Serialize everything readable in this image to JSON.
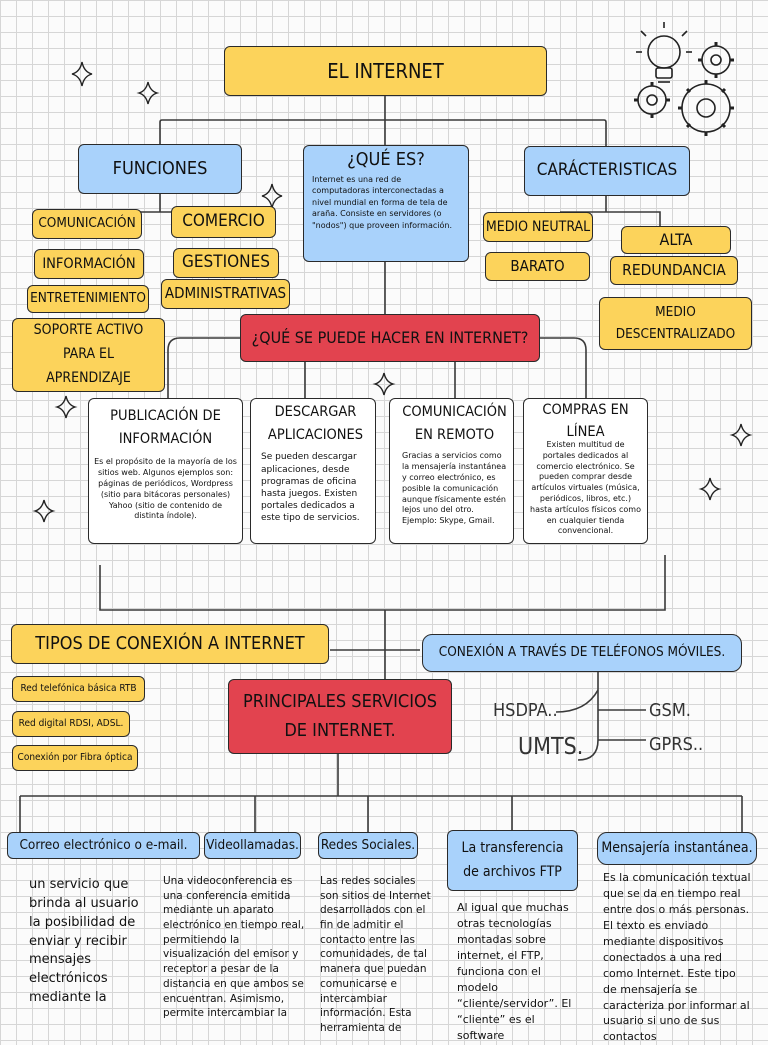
{
  "main_title": "EL INTERNET",
  "funciones": {
    "title": "FUNCIONES",
    "items": [
      "COMUNICACIÓN",
      "COMERCIO",
      "INFORMACIÓN",
      "GESTIONES",
      "ENTRETENIMIENTO",
      "ADMINISTRATIVAS",
      "SOPORTE ACTIVO PARA EL APRENDIZAJE"
    ]
  },
  "que_es": {
    "title": "¿QUÉ ES?",
    "body": "Internet es una red de computadoras interconectadas a nivel mundial en forma de tela de araña. Consiste en servidores (o \"nodos\") que proveen información."
  },
  "caracteristicas": {
    "title": "CARÁCTERISTICAS",
    "items": [
      "MEDIO NEUTRAL",
      "ALTA",
      "BARATO",
      "REDUNDANCIA",
      "MEDIO DESCENTRALIZADO"
    ]
  },
  "que_hacer": {
    "title": "¿QUÉ SE PUEDE HACER EN INTERNET?",
    "cards": [
      {
        "title": "PUBLICACIÓN DE INFORMACIÓN",
        "body": "Es el propósito de la mayoría de los sitios web. Algunos ejemplos son: páginas de periódicos, Wordpress (sitio para bitácoras personales) Yahoo (sitio de contenido de distinta índole)."
      },
      {
        "title": "DESCARGAR APLICACIONES",
        "body": "Se pueden descargar aplicaciones, desde programas de oficina hasta juegos. Existen portales dedicados a este tipo de servicios."
      },
      {
        "title": "COMUNICACIÓN EN REMOTO",
        "body": "Gracias a servicios como la mensajería instantánea y correo electrónico, es posible la comunicación aunque físicamente estén lejos uno del otro. Ejemplo: Skype, Gmail."
      },
      {
        "title": "COMPRAS EN LÍNEA",
        "body": "Existen multitud de portales dedicados al comercio electrónico. Se pueden comprar desde artículos virtuales (música, periódicos, libros, etc.) hasta artículos físicos como en cualquier tienda convencional."
      }
    ]
  },
  "tipos_conexion": {
    "title": "TIPOS DE CONEXIÓN A INTERNET",
    "items": [
      "Red telefónica básica RTB",
      "Red digital RDSI, ADSL.",
      "Conexión por Fibra óptica"
    ]
  },
  "moviles": {
    "title": "CONEXIÓN A TRAVÉS DE TELÉFONOS MÓVILES.",
    "items": [
      "HSDPA..",
      "UMTS.",
      "GSM.",
      "GPRS.."
    ]
  },
  "servicios": {
    "title": "PRINCIPALES SERVICIOS DE INTERNET.",
    "items": [
      {
        "title": "Correo electrónico o e-mail.",
        "body": "un servicio que brinda al usuario la posibilidad de enviar y recibir mensajes electrónicos mediante la"
      },
      {
        "title": "Videollamadas.",
        "body": "Una videoconferencia es una conferencia emitida mediante un aparato electrónico en tiempo real, permitiendo la visualización del emisor y receptor a pesar de la distancia en que ambos se encuentran. Asimismo, permite intercambiar la"
      },
      {
        "title": "Redes Sociales.",
        "body": "Las redes sociales son sitios de Internet desarrollados con el fin de admitir el contacto entre las comunidades, de tal manera que puedan comunicarse e intercambiar información. Esta herramienta de"
      },
      {
        "title": "La transferencia de archivos FTP",
        "body": "Al igual que muchas otras tecnologías montadas sobre internet, el FTP, funciona con el modelo “cliente/servidor”. El “cliente” es el software"
      },
      {
        "title": "Mensajería instantánea.",
        "body": "Es la comunicación textual que se da en tiempo real entre dos o más personas. El texto es enviado mediante dispositivos conectados a una red como Internet. Este tipo de mensajería se caracteriza por informar al usuario si uno de sus contactos"
      }
    ]
  }
}
